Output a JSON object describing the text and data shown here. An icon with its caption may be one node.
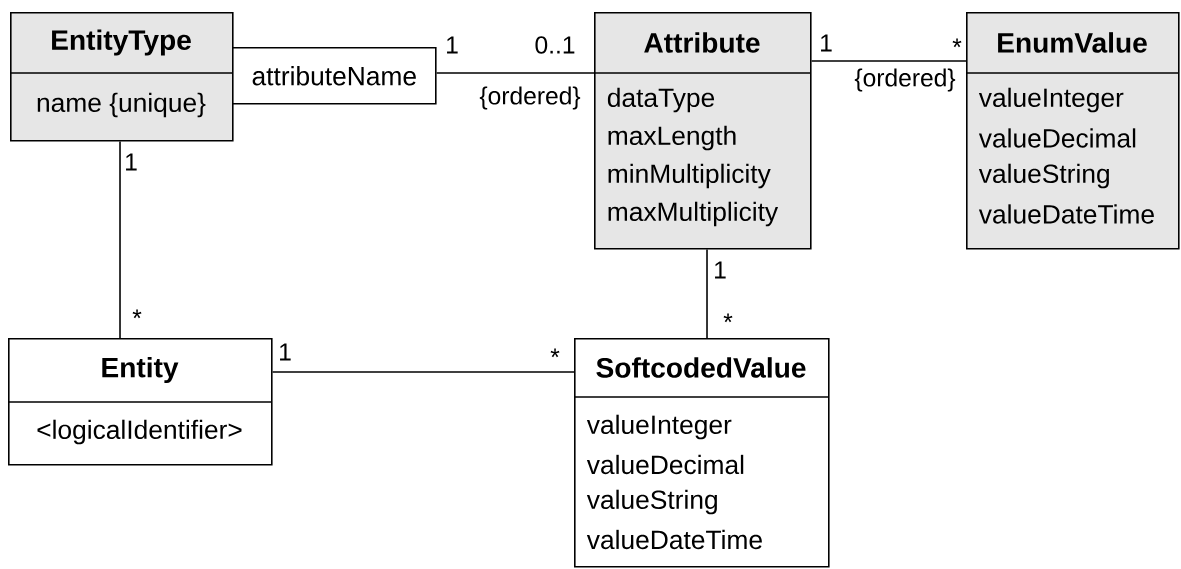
{
  "diagram": {
    "nodes": [
      {
        "text": [
          "EntityType",
          "name {unique}"
        ]
      },
      {
        "text": [
          "attributeName"
        ]
      },
      {
        "text": [
          "Attribute",
          "dataType",
          "maxLength",
          "minMultiplicity",
          "maxMultiplicity"
        ]
      },
      {
        "text": [
          "EnumValue",
          "valueInteger",
          "valueDecimal",
          "valueString",
          "valueDateTime"
        ]
      },
      {
        "text": [
          "Entity",
          "<logicalIdentifier>"
        ]
      },
      {
        "text": [
          "SoftcodedValue",
          "valueInteger",
          "valueDecimal",
          "valueString",
          "valueDateTime"
        ]
      }
    ],
    "edges": [
      {
        "from": 1,
        "to": 2,
        "arrow": "none"
      },
      {
        "from": 2,
        "to": 3,
        "arrow": "none"
      },
      {
        "from": 0,
        "to": 4,
        "arrow": "none"
      },
      {
        "from": 4,
        "to": 5,
        "arrow": "none"
      },
      {
        "from": 2,
        "to": 5,
        "arrow": "none"
      }
    ],
    "labels": [
      "1",
      "0..1",
      "1",
      "*",
      "{ordered}",
      "{ordered}",
      "1",
      "1",
      "*",
      "*",
      "1",
      "*"
    ]
  }
}
